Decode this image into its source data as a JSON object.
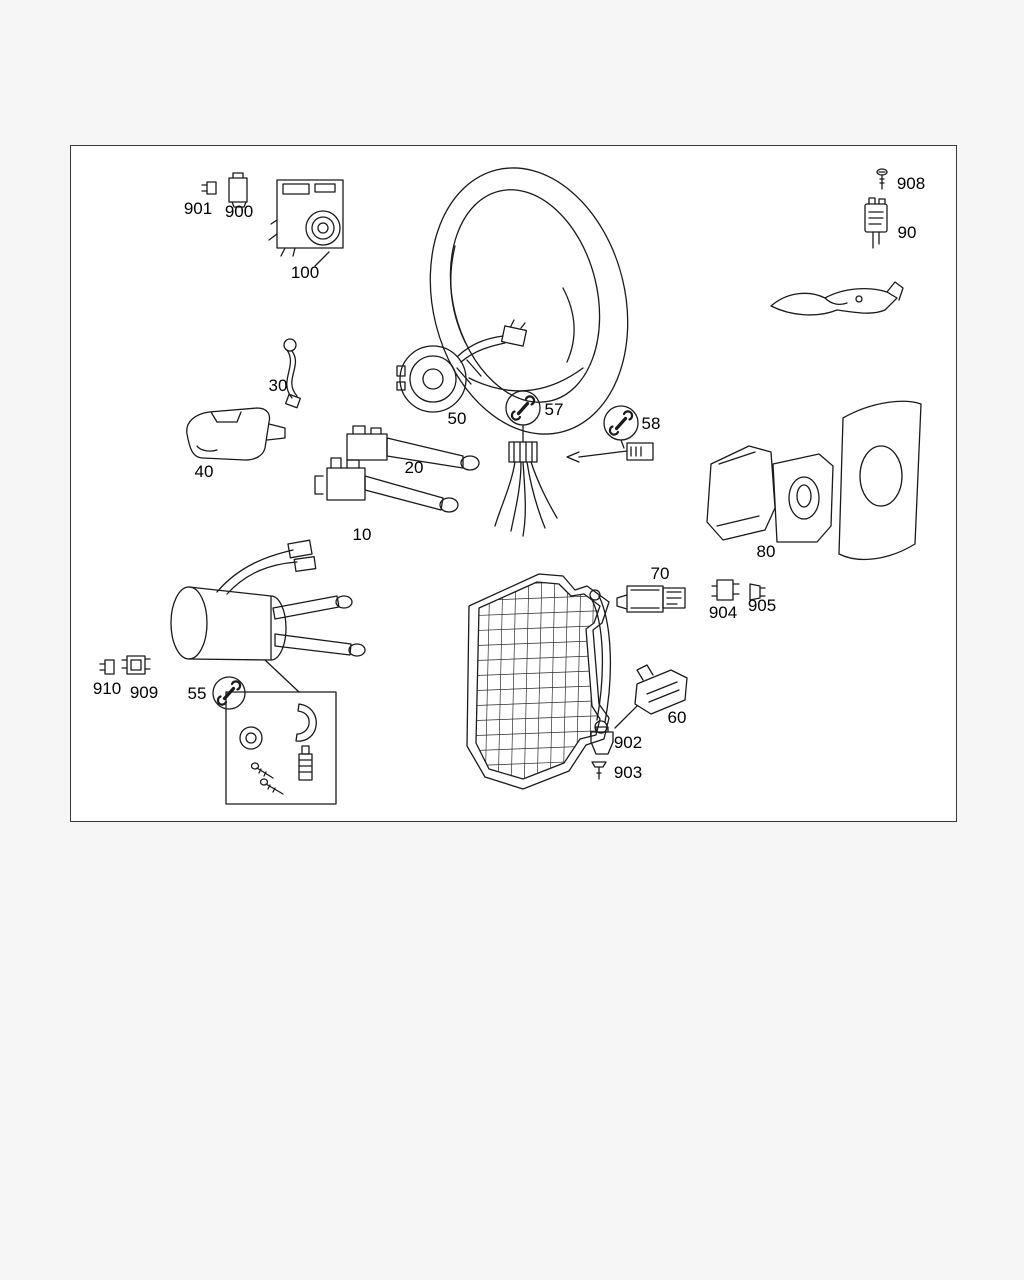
{
  "diagram": {
    "colors": {
      "line": "#1a1a1a",
      "page_background": "#f6f6f6",
      "frame_background": "#ffffff",
      "frame_border": "#3a3a3a",
      "label_text": "#000000"
    },
    "icons": {
      "service_kit": "wrench-in-circle"
    },
    "labels": {
      "10": "10",
      "20": "20",
      "30": "30",
      "40": "40",
      "50": "50",
      "55": "55",
      "57": "57",
      "58": "58",
      "60": "60",
      "70": "70",
      "80": "80",
      "90": "90",
      "100": "100",
      "900": "900",
      "901": "901",
      "902": "902",
      "903": "903",
      "904": "904",
      "905": "905",
      "908": "908",
      "909": "909",
      "910": "910"
    }
  }
}
